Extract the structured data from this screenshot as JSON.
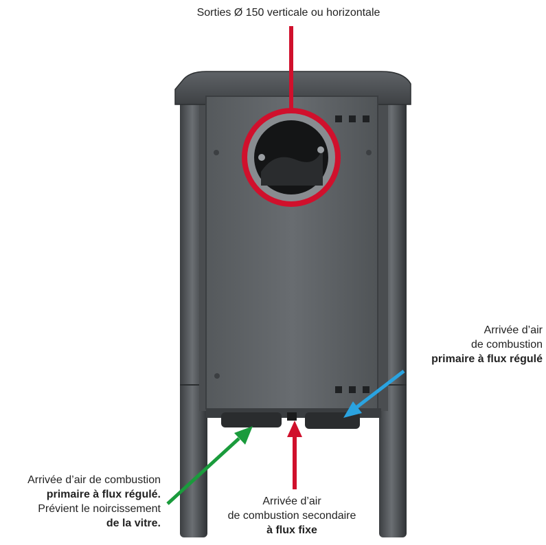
{
  "labels": {
    "top": {
      "line1": "Sorties Ø 150 verticale ou horizontale"
    },
    "right": {
      "line1": "Arrivée d’air",
      "line2": "de combustion",
      "line3": "primaire à flux régulé"
    },
    "left": {
      "line1": "Arrivée d’air de combustion",
      "line2": "primaire à flux régulé.",
      "line3": "Prévient le noircissement",
      "line4": "de la vitre."
    },
    "bottom": {
      "line1": "Arrivée d’air",
      "line2": "de combustion secondaire",
      "line3": "à flux fixe"
    }
  },
  "colors": {
    "red_arrow": "#d0102c",
    "blue_arrow": "#2aa3e0",
    "green_arrow": "#1a9b3c",
    "stove_body": "#5a5e62",
    "stove_dark": "#3a3d40"
  }
}
